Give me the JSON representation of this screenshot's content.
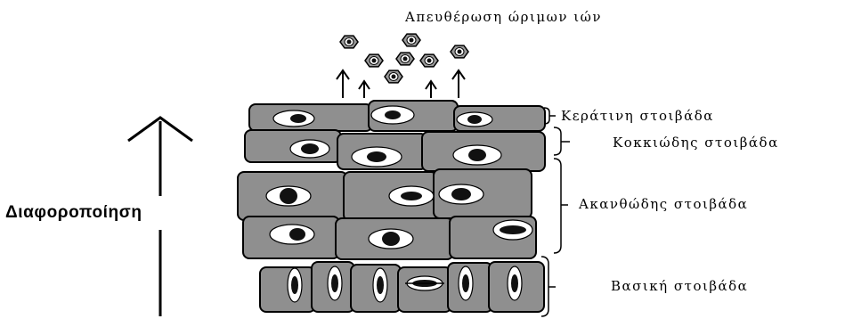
{
  "title": "Απευθέρωση ώριμων ιών",
  "axis_label": "Διαφοροποίηση",
  "layers": [
    {
      "key": "keratin",
      "label": "Κεράτινη στοιβάδα"
    },
    {
      "key": "granular",
      "label": "Κοκκιώδης στοιβάδα"
    },
    {
      "key": "spinous",
      "label": "Ακανθώδης στοιβάδα"
    },
    {
      "key": "basal",
      "label": "Βασική στοιβάδα"
    }
  ],
  "colors": {
    "cell_fill": "#8f8f8f",
    "stroke": "#000000",
    "nucleus_halo": "#ffffff",
    "nucleus": "#111111",
    "virion_fill": "#9a9a9a"
  }
}
